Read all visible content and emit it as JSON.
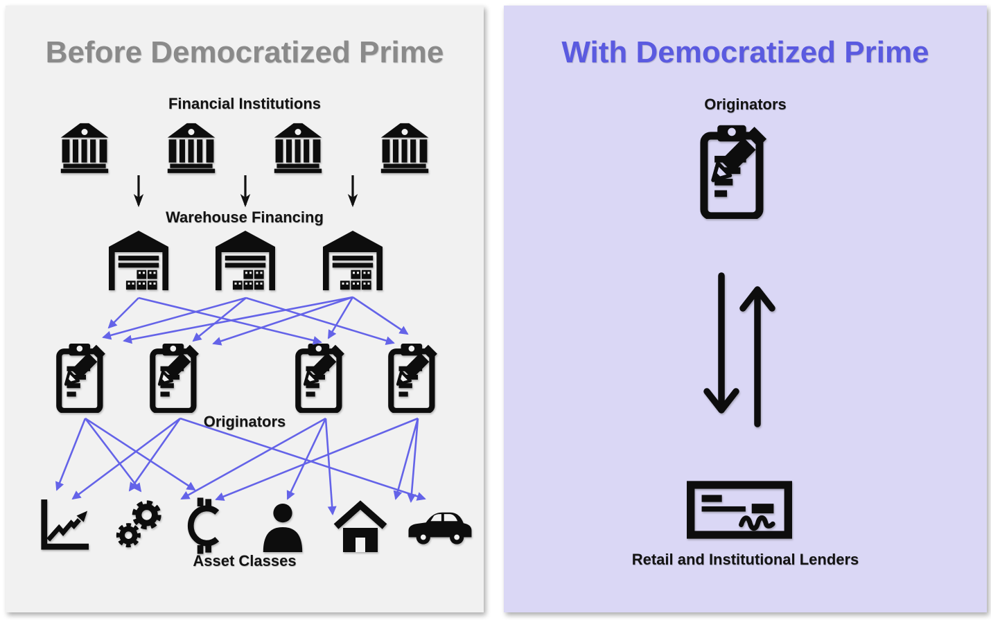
{
  "left_panel": {
    "title": "Before Democratized Prime",
    "title_color": "#8a8a8a",
    "background": "#f1f1f1",
    "labels": {
      "financial_institutions": "Financial Institutions",
      "warehouse_financing": "Warehouse Financing",
      "originators": "Originators",
      "asset_classes": "Asset Classes"
    },
    "counts": {
      "financial_institutions": 4,
      "warehouses": 3,
      "originators": 4,
      "asset_classes": 6
    },
    "icons": {
      "financial_institutions": [
        "bank-icon",
        "bank-icon",
        "bank-icon",
        "bank-icon"
      ],
      "warehouses": [
        "warehouse-icon",
        "warehouse-icon",
        "warehouse-icon"
      ],
      "originators": [
        "clipboard-pencil-icon",
        "clipboard-pencil-icon",
        "clipboard-pencil-icon",
        "clipboard-pencil-icon"
      ],
      "asset_classes": [
        "line-chart-icon",
        "gears-icon",
        "cryptocurrency-icon",
        "borrower-person-icon",
        "house-icon",
        "car-icon"
      ]
    },
    "flows": {
      "arrow_color": "#6463e8",
      "black_arrow_color": "#111111",
      "bank_to_warehouse": [
        [
          192,
          245,
          192,
          288
        ],
        [
          346,
          245,
          346,
          288
        ],
        [
          501,
          245,
          501,
          288
        ]
      ],
      "warehouse_to_originators": [
        [
          192,
          422,
          149,
          465
        ],
        [
          192,
          422,
          455,
          486
        ],
        [
          347,
          422,
          141,
          479
        ],
        [
          347,
          422,
          271,
          484
        ],
        [
          347,
          422,
          560,
          487
        ],
        [
          501,
          421,
          171,
          484
        ],
        [
          501,
          421,
          300,
          488
        ],
        [
          501,
          421,
          466,
          480
        ],
        [
          501,
          421,
          580,
          474
        ]
      ],
      "originators_to_assets": [
        [
          115,
          596,
          74,
          699
        ],
        [
          115,
          596,
          195,
          701
        ],
        [
          115,
          596,
          273,
          699
        ],
        [
          252,
          596,
          97,
          712
        ],
        [
          252,
          596,
          179,
          700
        ],
        [
          252,
          596,
          605,
          712
        ],
        [
          462,
          596,
          254,
          712
        ],
        [
          462,
          596,
          407,
          712
        ],
        [
          462,
          596,
          472,
          734
        ],
        [
          595,
          596,
          304,
          713
        ],
        [
          595,
          596,
          563,
          712
        ],
        [
          595,
          596,
          585,
          716
        ]
      ]
    }
  },
  "right_panel": {
    "title": "With Democratized Prime",
    "title_color": "#5a5ae0",
    "background": "#dad7f5",
    "labels": {
      "originators": "Originators",
      "lenders": "Retail and Institutional Lenders"
    },
    "icons": [
      "clipboard-pencil-icon",
      "two-way-arrows-icon",
      "bank-check-icon"
    ]
  }
}
